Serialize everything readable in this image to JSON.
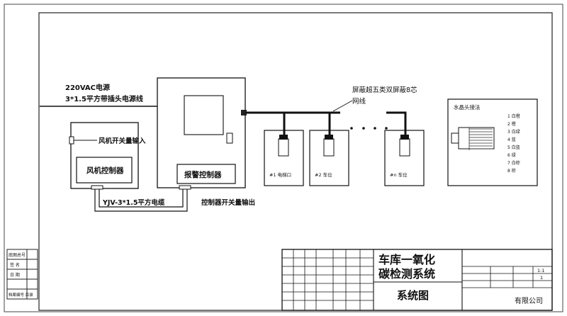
{
  "power": {
    "line1": "220VAC电源",
    "line2": "3*1.5平方带插头电源线"
  },
  "fan_controller": {
    "input_label": "风机开关量输入",
    "name": "风机控制器"
  },
  "alarm_controller": {
    "name": "报警控制器"
  },
  "cable": {
    "label": "YJV-3*1.5平方电缆",
    "output_label": "控制器开关量输出"
  },
  "bus_cable": {
    "line1": "屏蔽超五类双屏蔽8芯",
    "line2": "网线"
  },
  "detectors": [
    {
      "label": "#1 电梯口"
    },
    {
      "label": "#2 车位"
    },
    {
      "label": "#n 车位"
    }
  ],
  "crystal": {
    "title": "水晶头接法",
    "pins": [
      "1 白橙",
      "2 橙",
      "3 白绿",
      "4 蓝",
      "5 白蓝",
      "6 绿",
      "7 白棕",
      "8 棕"
    ]
  },
  "title_block": {
    "title_line1": "车库一氧化",
    "title_line2": "碳检测系统",
    "drawing_name": "系统图",
    "scale_value": "1:1",
    "sheet_value": "1",
    "company": "有限公司"
  },
  "left_block": {
    "rows": [
      "底图总号",
      "签 名",
      "日 期",
      "档案编号 目录"
    ]
  }
}
